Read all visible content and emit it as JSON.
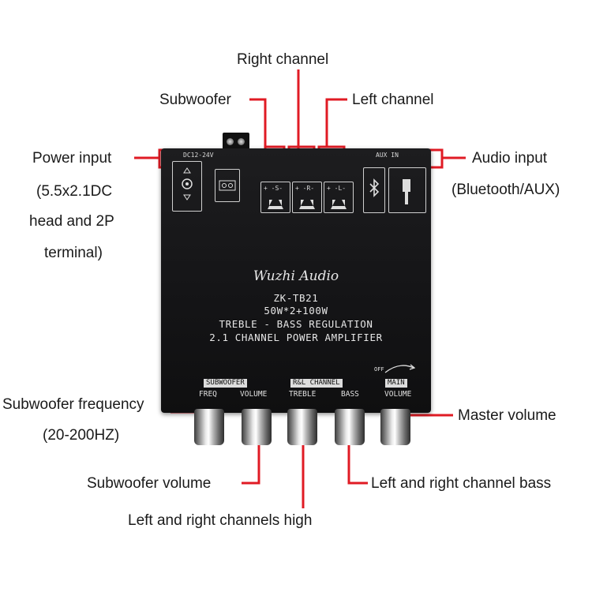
{
  "labels": {
    "right_channel": "Right channel",
    "subwoofer": "Subwoofer",
    "left_channel": "Left channel",
    "power_input_1": "Power input",
    "power_input_2": "(5.5x2.1DC",
    "power_input_3": "head and 2P",
    "power_input_4": "terminal)",
    "audio_input_1": "Audio input",
    "audio_input_2": "(Bluetooth/AUX)",
    "sub_freq_1": "Subwoofer frequency",
    "sub_freq_2": "(20-200HZ)",
    "master_volume": "Master volume",
    "sub_volume": "Subwoofer volume",
    "lr_bass": "Left and right channel bass",
    "lr_high": "Left and right channels high"
  },
  "device": {
    "brand": "Wuzhi Audio",
    "model": "ZK-TB21",
    "power": "50W*2+100W",
    "line3": "TREBLE - BASS REGULATION",
    "line4": "2.1 CHANNEL POWER AMPLIFIER",
    "dc_label": "DC12-24V",
    "aux_label": "AUX IN",
    "term_s": "+ -S-",
    "term_r": "+ -R-",
    "term_l": "+ -L-",
    "group_sub": "SUBWOOFER",
    "group_rl": "R&L CHANNEL",
    "group_main": "MAIN",
    "off": "OFF",
    "k_freq": "FREQ",
    "k_volume1": "VOLUME",
    "k_treble": "TREBLE",
    "k_bass": "BASS",
    "k_volume2": "VOLUME"
  },
  "colors": {
    "callout": "#e01b24",
    "board": "#141416"
  }
}
